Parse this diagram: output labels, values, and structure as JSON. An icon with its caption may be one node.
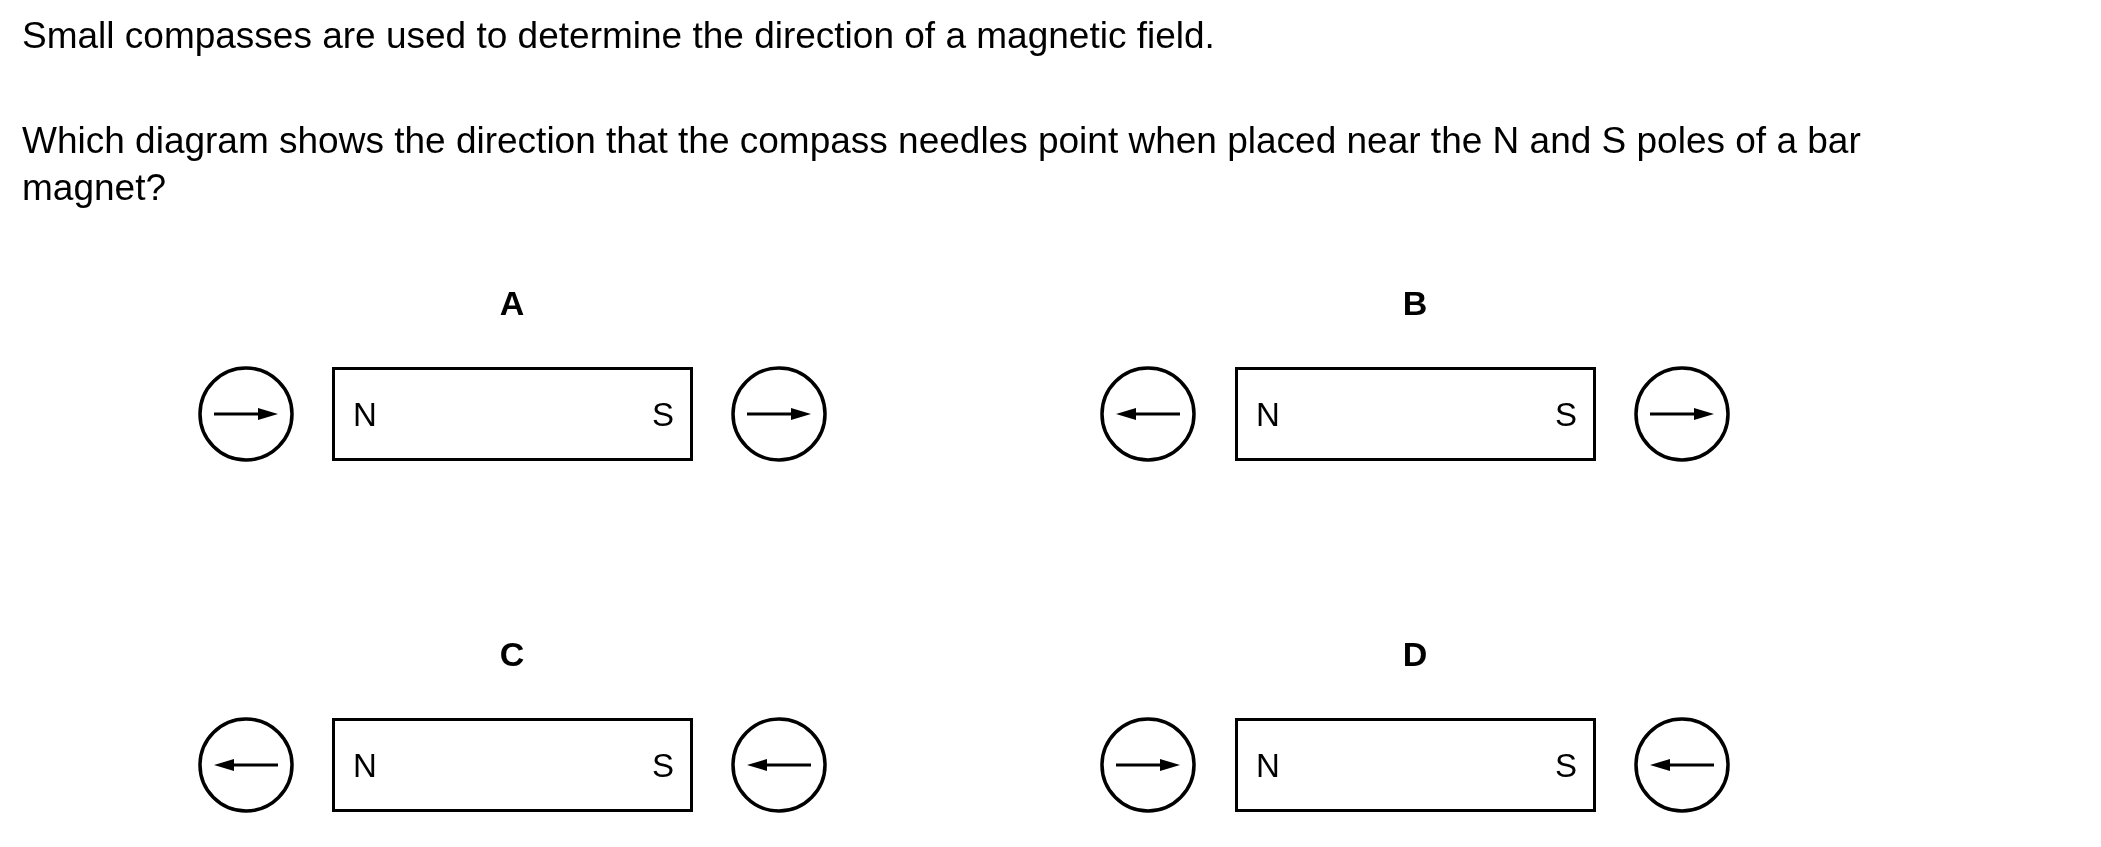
{
  "diagram": {
    "nodes": [
      {
        "text": [],
        "shape": "circle"
      },
      {
        "text": [
          "N",
          "S"
        ]
      },
      {
        "text": [],
        "shape": "circle"
      },
      {
        "text": [],
        "shape": "circle"
      },
      {
        "text": [
          "N",
          "S"
        ]
      },
      {
        "text": [],
        "shape": "circle"
      },
      {
        "text": [],
        "shape": "circle"
      },
      {
        "text": [
          "N",
          "S"
        ]
      },
      {
        "text": [],
        "shape": "circle"
      },
      {
        "text": [],
        "shape": "circle"
      },
      {
        "text": [
          "N",
          "S"
        ]
      },
      {
        "text": [],
        "shape": "circle"
      }
    ],
    "labels": [
      "Small compasses are used to determine the direction of a magnetic field.",
      "Which diagram shows the direction that the compass needles point when placed near the N and S poles of a bar magnet?",
      "A",
      "B",
      "C",
      "D"
    ]
  }
}
